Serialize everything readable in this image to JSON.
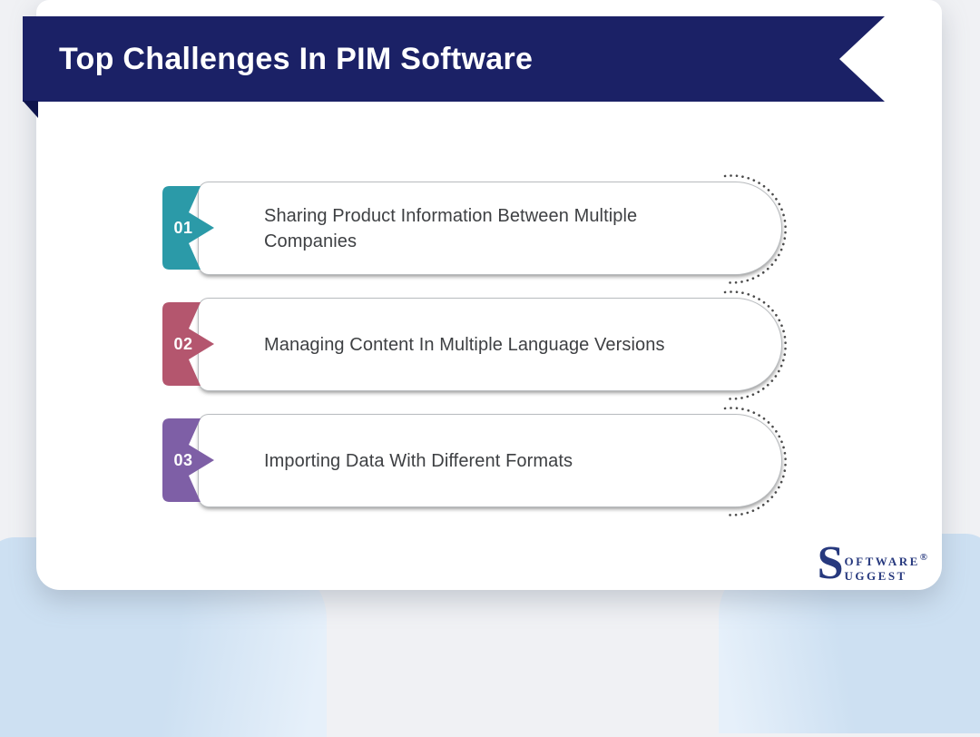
{
  "banner": {
    "title": "Top Challenges In PIM Software",
    "background_color": "#1b2166",
    "fold_color": "#0f154d"
  },
  "items": [
    {
      "number": "01",
      "badge_color": "#2b9aa8",
      "title": "Sharing Product Information Between Multiple\nCompanies"
    },
    {
      "number": "02",
      "badge_color": "#b4566e",
      "title": "Managing Content In Multiple Language Versions"
    },
    {
      "number": "03",
      "badge_color": "#7e5fa6",
      "title": "Importing Data With Different Formats"
    }
  ],
  "logo": {
    "s": "S",
    "line1": "oftware",
    "line2": "uggest",
    "registered": "®",
    "color": "#27397e"
  }
}
